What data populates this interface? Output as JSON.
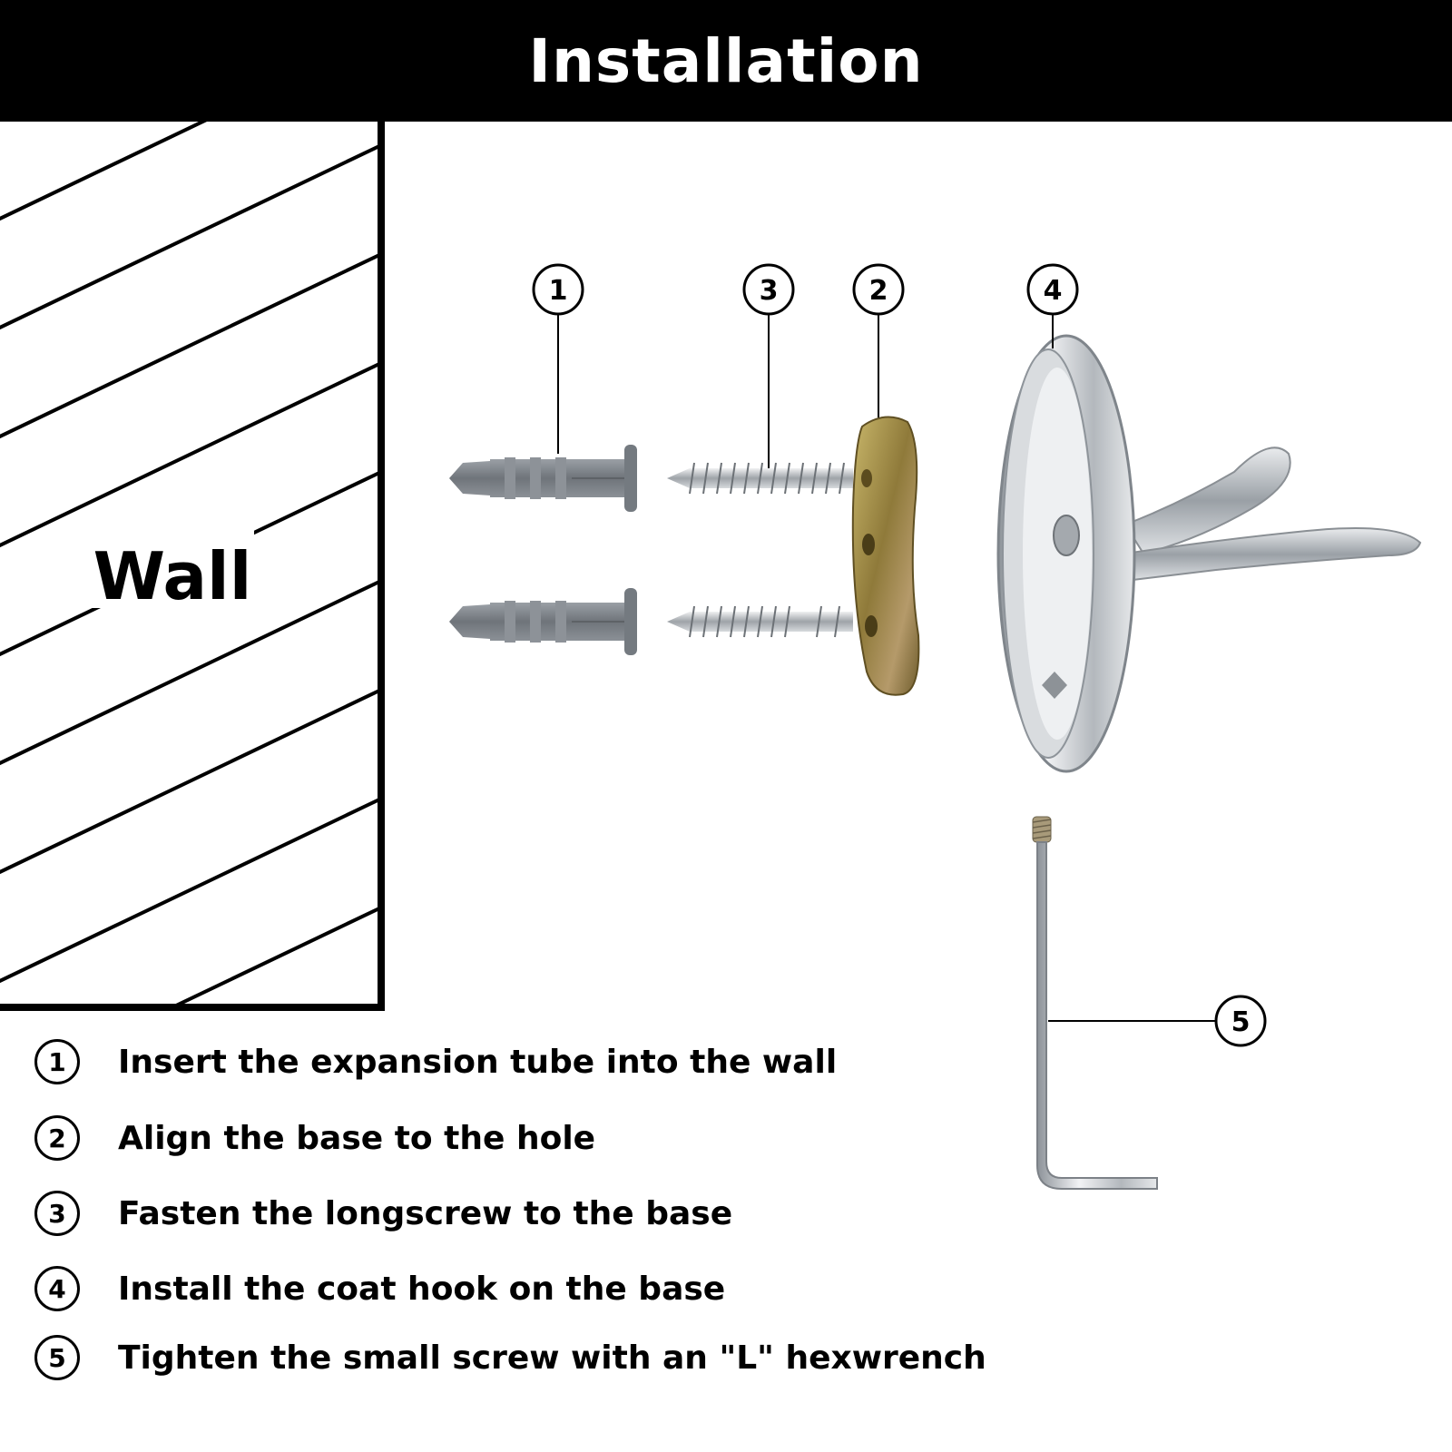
{
  "header": {
    "title": "Installation"
  },
  "wall": {
    "label": "Wall"
  },
  "callouts": {
    "expansion_tube": "1",
    "screw": "3",
    "base": "2",
    "coat_hook": "4",
    "hex_wrench": "5"
  },
  "steps": [
    {
      "number": "1",
      "text": "Insert the expansion tube into the wall"
    },
    {
      "number": "2",
      "text": "Align the base to the hole"
    },
    {
      "number": "3",
      "text": "Fasten the longscrew to the base"
    },
    {
      "number": "4",
      "text": "Install the coat hook on the base"
    },
    {
      "number": "5",
      "text": "Tighten the small screw with an \"L\" hexwrench"
    }
  ],
  "colors": {
    "header_bg": "#000000",
    "anchor_gray": "#7d8288",
    "chrome": "#c9ccd0",
    "brass": "#a69048"
  }
}
